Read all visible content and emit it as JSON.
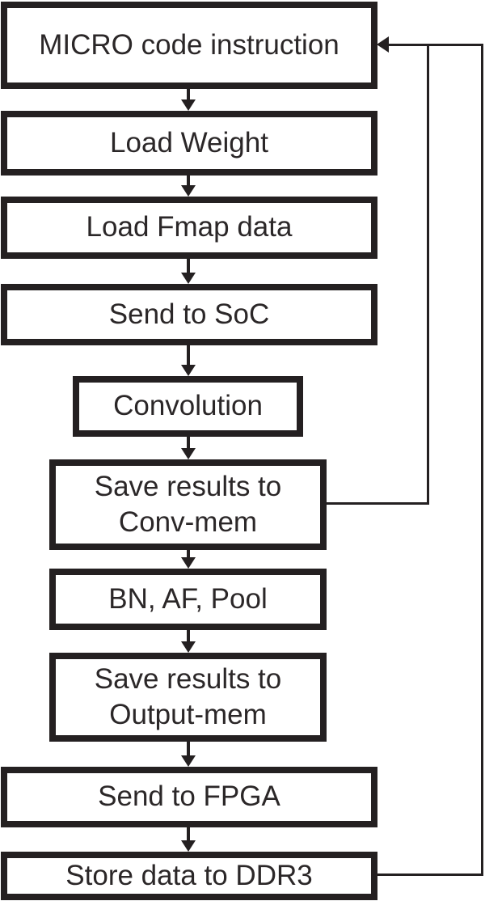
{
  "diagram": {
    "type": "flowchart",
    "background_color": "#ffffff",
    "ink_color": "#242021",
    "nodes": [
      {
        "id": "micro-code-instruction",
        "label": "MICRO code instruction"
      },
      {
        "id": "load-weight",
        "label": "Load Weight"
      },
      {
        "id": "load-fmap-data",
        "label": "Load Fmap data"
      },
      {
        "id": "send-to-soc",
        "label": "Send to SoC"
      },
      {
        "id": "convolution",
        "label": "Convolution"
      },
      {
        "id": "save-results-conv-mem",
        "label": "Save results to\nConv-mem"
      },
      {
        "id": "bn-af-pool",
        "label": "BN, AF, Pool"
      },
      {
        "id": "save-results-output-mem",
        "label": "Save results to\nOutput-mem"
      },
      {
        "id": "send-to-fpga",
        "label": "Send to FPGA"
      },
      {
        "id": "store-data-to-ddr3",
        "label": "Store data to DDR3"
      }
    ],
    "edges": [
      {
        "from": "micro-code-instruction",
        "to": "load-weight",
        "type": "arrow-down"
      },
      {
        "from": "load-weight",
        "to": "load-fmap-data",
        "type": "arrow-down"
      },
      {
        "from": "load-fmap-data",
        "to": "send-to-soc",
        "type": "arrow-down"
      },
      {
        "from": "send-to-soc",
        "to": "convolution",
        "type": "arrow-down"
      },
      {
        "from": "convolution",
        "to": "save-results-conv-mem",
        "type": "arrow-down"
      },
      {
        "from": "save-results-conv-mem",
        "to": "bn-af-pool",
        "type": "arrow-down"
      },
      {
        "from": "bn-af-pool",
        "to": "save-results-output-mem",
        "type": "arrow-down"
      },
      {
        "from": "save-results-output-mem",
        "to": "send-to-fpga",
        "type": "arrow-down"
      },
      {
        "from": "send-to-fpga",
        "to": "store-data-to-ddr3",
        "type": "arrow-down"
      },
      {
        "from": "save-results-conv-mem",
        "to": "micro-code-instruction",
        "type": "feedback-loop"
      },
      {
        "from": "store-data-to-ddr3",
        "to": "micro-code-instruction",
        "type": "feedback-loop"
      }
    ]
  }
}
